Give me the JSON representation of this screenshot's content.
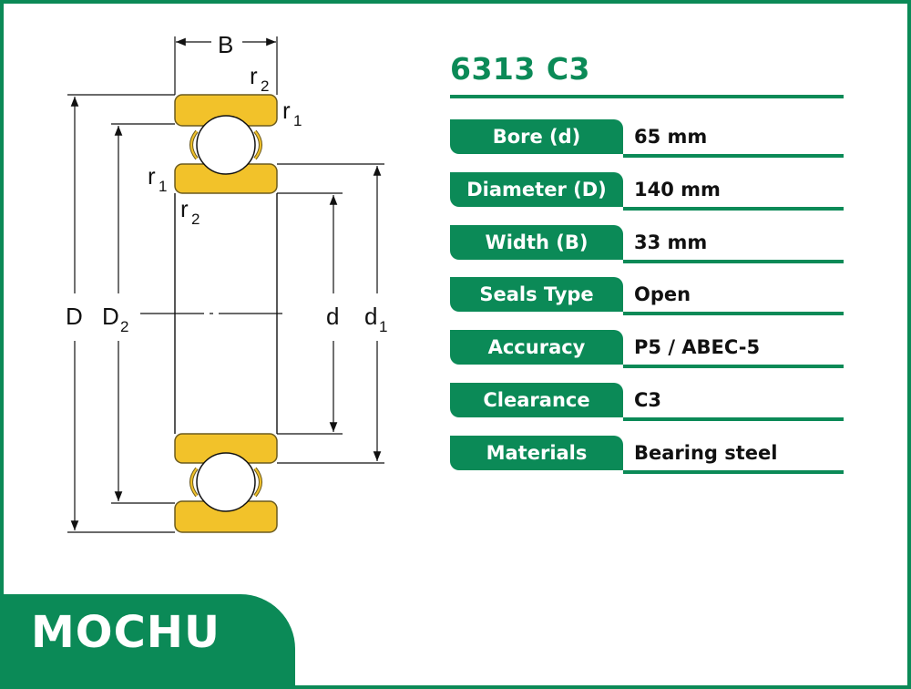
{
  "product": {
    "title": "6313 C3"
  },
  "drawing": {
    "labels": {
      "B": "B",
      "D": "D",
      "D2": "D",
      "D2_sub": "2",
      "d": "d",
      "d1": "d",
      "d1_sub": "1",
      "r": "r",
      "r1_sub": "1",
      "r2_sub": "2"
    },
    "colors": {
      "ring": "#f2c22a",
      "ring_stroke": "#6b5a1e",
      "line": "#111111"
    }
  },
  "specs": [
    {
      "label": "Bore (d)",
      "value": "65 mm"
    },
    {
      "label": "Diameter (D)",
      "value": "140 mm"
    },
    {
      "label": "Width (B)",
      "value": "33 mm"
    },
    {
      "label": "Seals Type",
      "value": "Open"
    },
    {
      "label": "Accuracy",
      "value": "P5 / ABEC-5"
    },
    {
      "label": "Clearance",
      "value": "C3"
    },
    {
      "label": "Materials",
      "value": "Bearing steel"
    }
  ],
  "brand": {
    "name": "MOCHU",
    "color": "#0b8a57"
  }
}
